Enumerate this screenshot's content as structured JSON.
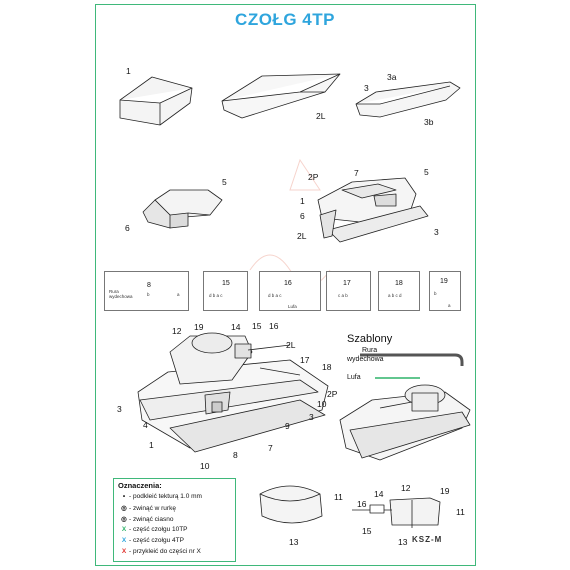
{
  "page": {
    "title": "CZOŁG 4TP"
  },
  "callouts": {
    "a1": "1",
    "a2L": "2L",
    "a3a": "3a",
    "a3": "3",
    "a3b": "3b",
    "b5": "5",
    "b6": "6",
    "c2P": "2P",
    "c7": "7",
    "c5": "5",
    "c1": "1",
    "c6": "6",
    "c2L": "2L",
    "c3": "3",
    "m12": "12",
    "m19": "19",
    "m14": "14",
    "m15": "15",
    "m16": "16",
    "m2L": "2L",
    "m17": "17",
    "m18": "18",
    "m3a": "3",
    "m4": "4",
    "m1": "1",
    "m10a": "10",
    "m8": "8",
    "m7": "7",
    "m9": "9",
    "m3b": "3",
    "m10b": "10",
    "m2P": "2P",
    "t12": "12",
    "t11": "11",
    "t13": "13",
    "g14": "14",
    "g12": "12",
    "g19": "19",
    "g16": "16",
    "g15": "15",
    "g11": "11",
    "g13": "13"
  },
  "detail_boxes": {
    "b8": {
      "num": "8",
      "rura": "Rura",
      "wyd": "wydechowa",
      "a": "a",
      "b": "b"
    },
    "b15": {
      "num": "15",
      "letters": "d  b  a  c"
    },
    "b16": {
      "num": "16",
      "letters": "d  b  a  c",
      "lufa": "Lufa"
    },
    "b17": {
      "num": "17",
      "letters": "c  a  b"
    },
    "b18": {
      "num": "18",
      "letters": "a  b c d"
    },
    "b19": {
      "num": "19",
      "letters": "b",
      "a": "a"
    }
  },
  "templates": {
    "title": "Szablony",
    "exhaust_1": "Rura",
    "exhaust_2": "wydechowa",
    "barrel": "Lufa"
  },
  "legend": {
    "title": "Oznaczenia:",
    "items": [
      {
        "mark": "•",
        "text": "- podkleić tekturą 1.0 mm",
        "color": "#111111"
      },
      {
        "mark": "◎",
        "text": "- zwinąć w rurkę",
        "color": "#111111"
      },
      {
        "mark": "◎",
        "text": "- zwinąć ciasno",
        "color": "#111111"
      },
      {
        "mark": "X",
        "text": "- część czołgu 10TP",
        "color": "#2fb36a"
      },
      {
        "mark": "X",
        "text": "- część czołgu 4TP",
        "color": "#2fa5dd"
      },
      {
        "mark": "X",
        "text": "- przykleić do części nr X",
        "color": "#e0332f"
      }
    ]
  },
  "logo": {
    "text": "KSZ-M"
  },
  "colors": {
    "title": "#2fa5dd",
    "frame": "#3fb87a",
    "barrel_line": "#2fb36a"
  }
}
